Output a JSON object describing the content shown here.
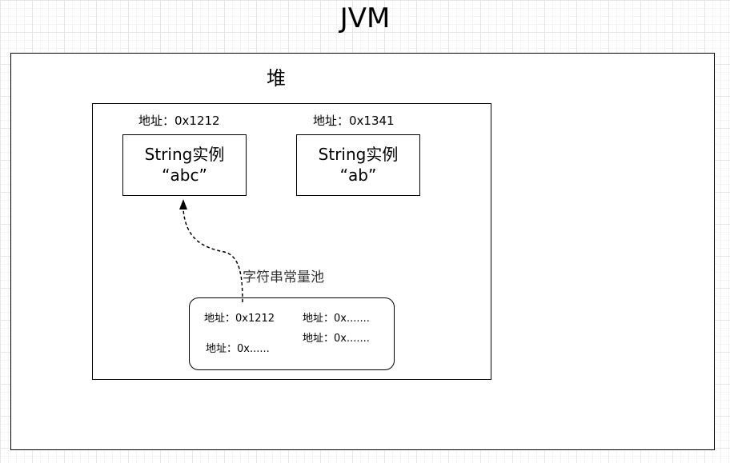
{
  "title": "JVM",
  "heap": {
    "label": "堆",
    "instances": [
      {
        "address": "地址：0x1212",
        "line1": "String实例",
        "line2": "“abc”"
      },
      {
        "address": "地址：0x1341",
        "line1": "String实例",
        "line2": "“ab”"
      }
    ]
  },
  "pool": {
    "label": "字符串常量池",
    "entries": [
      "地址：0x1212",
      "地址：0x.......",
      "地址：0x.......",
      "地址：0x......"
    ]
  }
}
